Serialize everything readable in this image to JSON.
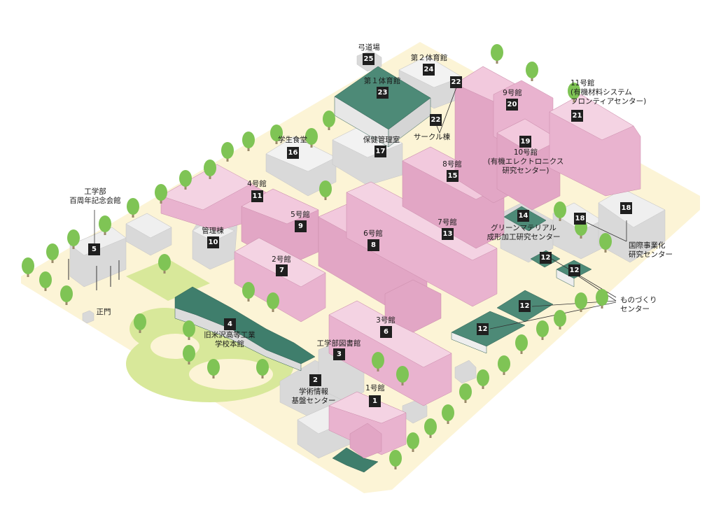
{
  "labels": {
    "b1": "1号館",
    "b2": "学術情報\n基盤センター",
    "b3": "工学部図書館",
    "b4": "旧米沢高等工業\n学校本館",
    "b5": "工学部\n百周年記念会館",
    "b6": "3号館",
    "b7": "2号館",
    "b8": "6号館",
    "b9": "5号館",
    "b10": "管理棟",
    "b11": "4号館",
    "b12": "ものづくり\nセンター",
    "b13": "7号館",
    "b14": "グリーンマテリアル\n成形加工研究センター",
    "b15": "8号館",
    "b16": "学生食堂",
    "b17": "保健管理室",
    "b18": "国際事業化\n研究センター",
    "b19": "10号館\n(有機エレクトロニクス\n研究センター)",
    "b20": "9号館",
    "b21": "11号館\n(有機材料システム\nフロンティアセンター)",
    "b22": "サークル棟",
    "b23": "第１体育館",
    "b24": "第２体育館",
    "b25": "弓道場",
    "gate": "正門"
  },
  "numbers": [
    "1",
    "2",
    "3",
    "4",
    "5",
    "6",
    "7",
    "8",
    "9",
    "10",
    "11",
    "12",
    "13",
    "14",
    "15",
    "16",
    "17",
    "18",
    "19",
    "20",
    "21",
    "22",
    "23",
    "24",
    "25"
  ],
  "colors": {
    "ground": "#fcf4d6",
    "building_pink": "#e9b3cf",
    "building_gray": "#d6d6d6",
    "building_green": "#3f7e6c",
    "grass": "#d8e89a",
    "tree": "#7fc455"
  }
}
